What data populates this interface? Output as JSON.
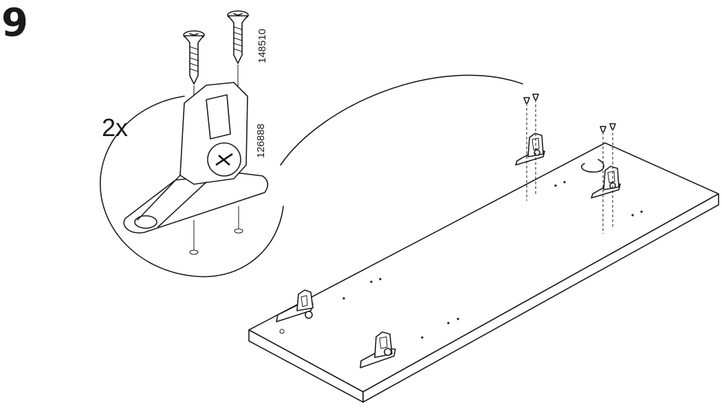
{
  "step": {
    "number": "9"
  },
  "detail": {
    "quantity": "2x"
  },
  "parts": {
    "screw_code": "148510",
    "bracket_code": "126888"
  }
}
